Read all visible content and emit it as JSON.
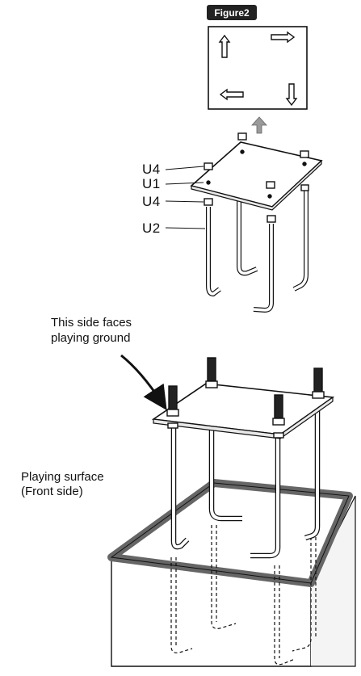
{
  "figure_label": "Figure2",
  "parts": {
    "u4_top": "U4",
    "u1": "U1",
    "u4_bottom": "U4",
    "u2": "U2"
  },
  "notes": {
    "side_faces_line1": "This side faces",
    "side_faces_line2": "playing ground",
    "surface_line1": "Playing surface",
    "surface_line2": "(Front side)"
  }
}
